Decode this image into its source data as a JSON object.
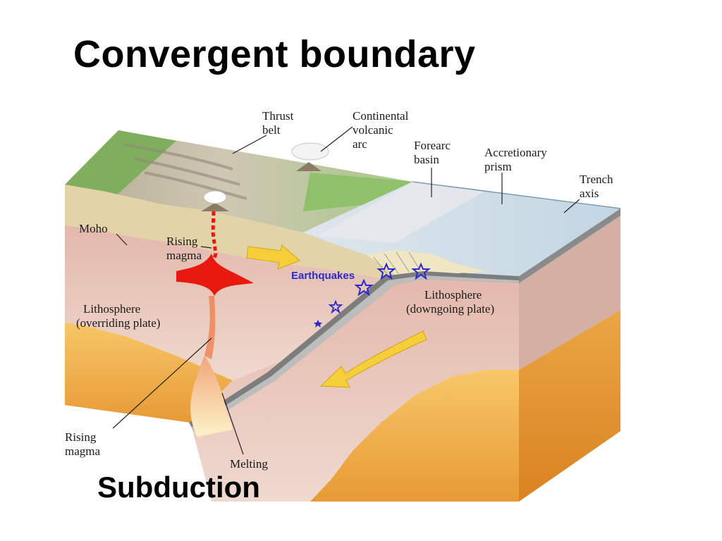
{
  "title": "Convergent boundary",
  "caption": "Subduction",
  "labels": {
    "thrust_belt": [
      "Thrust",
      "belt"
    ],
    "volcanic_arc": [
      "Continental",
      "volcanic",
      "arc"
    ],
    "forearc_basin": [
      "Forearc",
      "basin"
    ],
    "accretionary_prism": [
      "Accretionary",
      "prism"
    ],
    "trench_axis": [
      "Trench",
      "axis"
    ],
    "moho": "Moho",
    "rising_magma_upper": [
      "Rising",
      "magma"
    ],
    "earthquakes": "Earthquakes",
    "lithosphere_overriding": [
      "Lithosphere",
      "(overriding plate)"
    ],
    "lithosphere_downgoing": [
      "Lithosphere",
      "(downgoing plate)"
    ],
    "rising_magma_lower": [
      "Rising",
      "magma"
    ],
    "melting": "Melting"
  },
  "colors": {
    "crust": "#e3d3a8",
    "lithosphere": "#e8cfc4",
    "asthenosphere": "#f0b85a",
    "ocean": "#c9dbe6",
    "land_green": "#8fbc6a",
    "magma": "#e8190e",
    "arrow": "#f5cf3a",
    "earthquake": "#2a2ad0"
  }
}
